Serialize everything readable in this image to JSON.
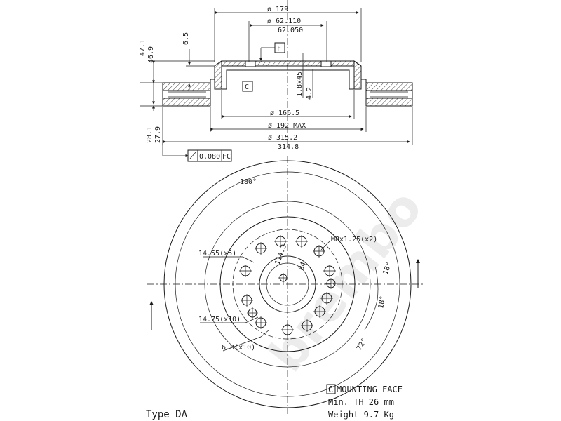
{
  "section_view": {
    "dims": {
      "d179": "ø 179",
      "d62_110": "ø 62.110",
      "d62_050": "62.050",
      "h47_1": "47.1",
      "h46_9": "46.9",
      "h6_5": "6.5",
      "ref_f": "F",
      "ref_c": "C",
      "chamfer": "1.8x45",
      "d4_2": "4.2",
      "d166_5": "ø 166.5",
      "d192max": "ø 192 MAX",
      "d315_2": "ø 315.2",
      "d314_8": "314.8",
      "h28_1": "28.1",
      "h27_9": "27.9",
      "runout": "0.080",
      "runout_ref": "FC"
    }
  },
  "plan_view": {
    "labels": {
      "angle180": "180°",
      "m8": "M8x1.25(x2)",
      "h1455": "14.55(x5)",
      "h1475": "14.75(x10)",
      "h68": "6.8(x10)",
      "a18a": "18°",
      "a18b": "18°",
      "a72": "72°",
      "r114": "114.3",
      "r84": "84"
    }
  },
  "notes": {
    "mounting_ref": "C",
    "mounting_face": "MOUNTING FACE",
    "min_th": "Min. TH 26 mm",
    "weight": "Weight 9.7 Kg",
    "type": "Type DA"
  },
  "watermark": "brembo"
}
